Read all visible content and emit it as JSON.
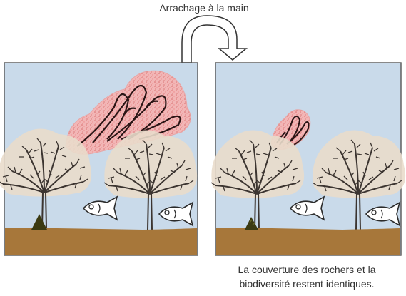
{
  "title": "Arrachage à la main",
  "caption_line1": "La couverture des rochers et la",
  "caption_line2": "biodiversité restent identiques.",
  "colors": {
    "water": "#c9daea",
    "ground": "#a7773a",
    "algae_outline": "#8b1a1a",
    "algae_fill": "#f3a9a9",
    "tree": "#3b3430",
    "sand": "#e6d9c8",
    "rock": "#3b3a12"
  },
  "icons": [
    "curved-arrow-icon",
    "fish-icon",
    "tree-icon",
    "red-algae-icon",
    "rock-icon"
  ]
}
